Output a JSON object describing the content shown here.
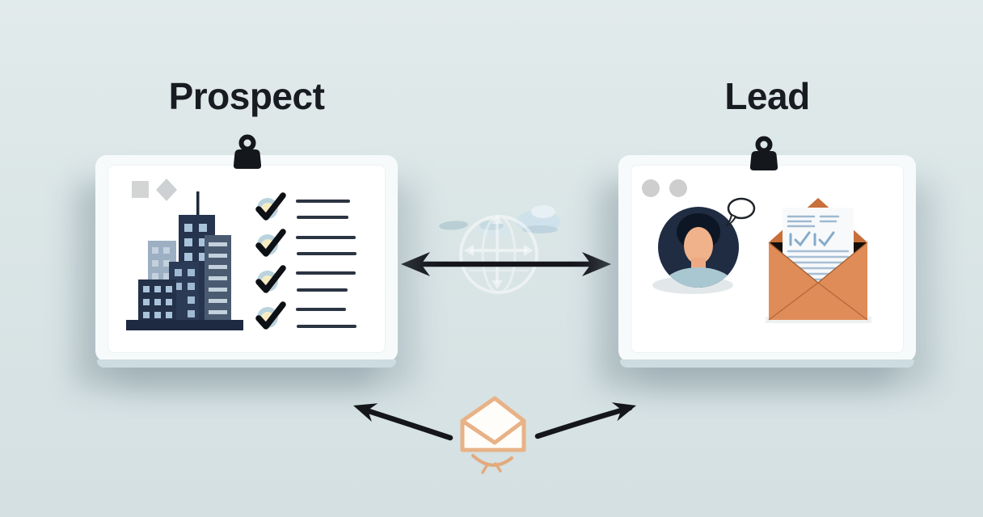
{
  "diagram": {
    "type": "comparison-illustration",
    "left": {
      "title": "Prospect",
      "card": {
        "decorations": [
          "square-shape",
          "diamond-shape"
        ],
        "icons": [
          "clip-icon",
          "company-buildings-icon",
          "checklist-icon"
        ],
        "checklist_rows": 4,
        "checklist_lines_per_row": 2
      }
    },
    "right": {
      "title": "Lead",
      "card": {
        "decorations": [
          "window-dots"
        ],
        "icons": [
          "clip-icon",
          "person-avatar-icon",
          "speech-bubble-icon",
          "open-envelope-letter-icon"
        ]
      }
    },
    "center": {
      "icons": [
        "clouds-decoration",
        "globe-watermark-icon",
        "double-arrow-icon"
      ]
    },
    "bottom": {
      "icons": [
        "curved-arrow-left-icon",
        "envelope-outline-icon",
        "curved-arrow-right-icon"
      ]
    },
    "colors": {
      "background": "#dae5e6",
      "card_face": "#f7fafa",
      "panel_white": "#ffffff",
      "title_text": "#181c22",
      "arrow_black": "#14161a",
      "building_navy": "#26344e",
      "building_slate": "#4a5b71",
      "building_gray_blue": "#9dafc2",
      "window_light_blue": "#a9c3da",
      "check_circle_blue": "#b9d3de",
      "check_circle_cream": "#f6ecc4",
      "checkmark_black": "#0d1014",
      "avatar_navy": "#1f2c42",
      "avatar_skin": "#f0b28b",
      "avatar_shirt": "#a9c7d1",
      "envelope_orange": "#e08c58",
      "envelope_flap_dark_orange": "#c86f3a",
      "envelope_outline_tan": "#e8b287",
      "letter_line_blue": "#a7bfd4",
      "shadow": "#7c9098"
    }
  }
}
